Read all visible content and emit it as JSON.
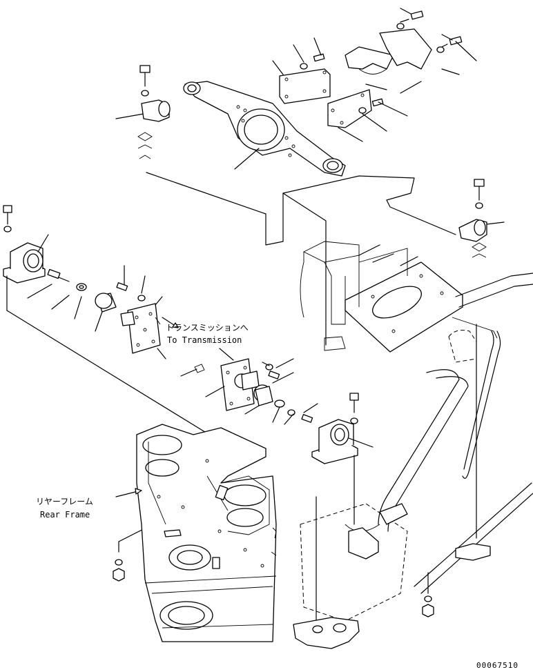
{
  "labels": {
    "transmission_jp": "トランスミッションへ",
    "transmission_en": "To Transmission",
    "rear_frame_jp": "リヤーフレーム",
    "rear_frame_en": "Rear Frame"
  },
  "drawing_code": "00067510"
}
